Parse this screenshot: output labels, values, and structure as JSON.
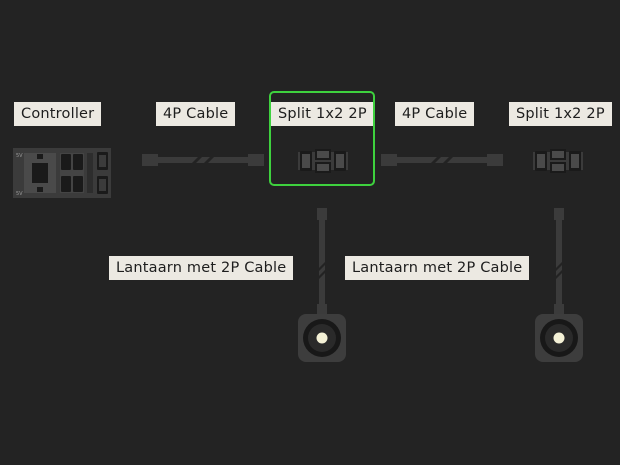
{
  "labels": {
    "controller": "Controller",
    "cable_4p_1": "4P Cable",
    "split_1": "Split 1x2 2P",
    "cable_4p_2": "4P Cable",
    "split_2": "Split 1x2 2P",
    "lantaarn_1": "Lantaarn met 2P Cable",
    "lantaarn_2": "Lantaarn met 2P Cable"
  },
  "controller_board": {
    "pin_label_top": "5V",
    "pin_label_bottom": "5V"
  },
  "selection": {
    "selected": "split_1",
    "color": "#3ed13e"
  },
  "colors": {
    "background": "#232323",
    "label_bg": "#ece9e2",
    "label_text": "#1e1e1e",
    "component": "#3b3b3b",
    "component_dark": "#171717",
    "fan_light": "#f4f1d6"
  }
}
